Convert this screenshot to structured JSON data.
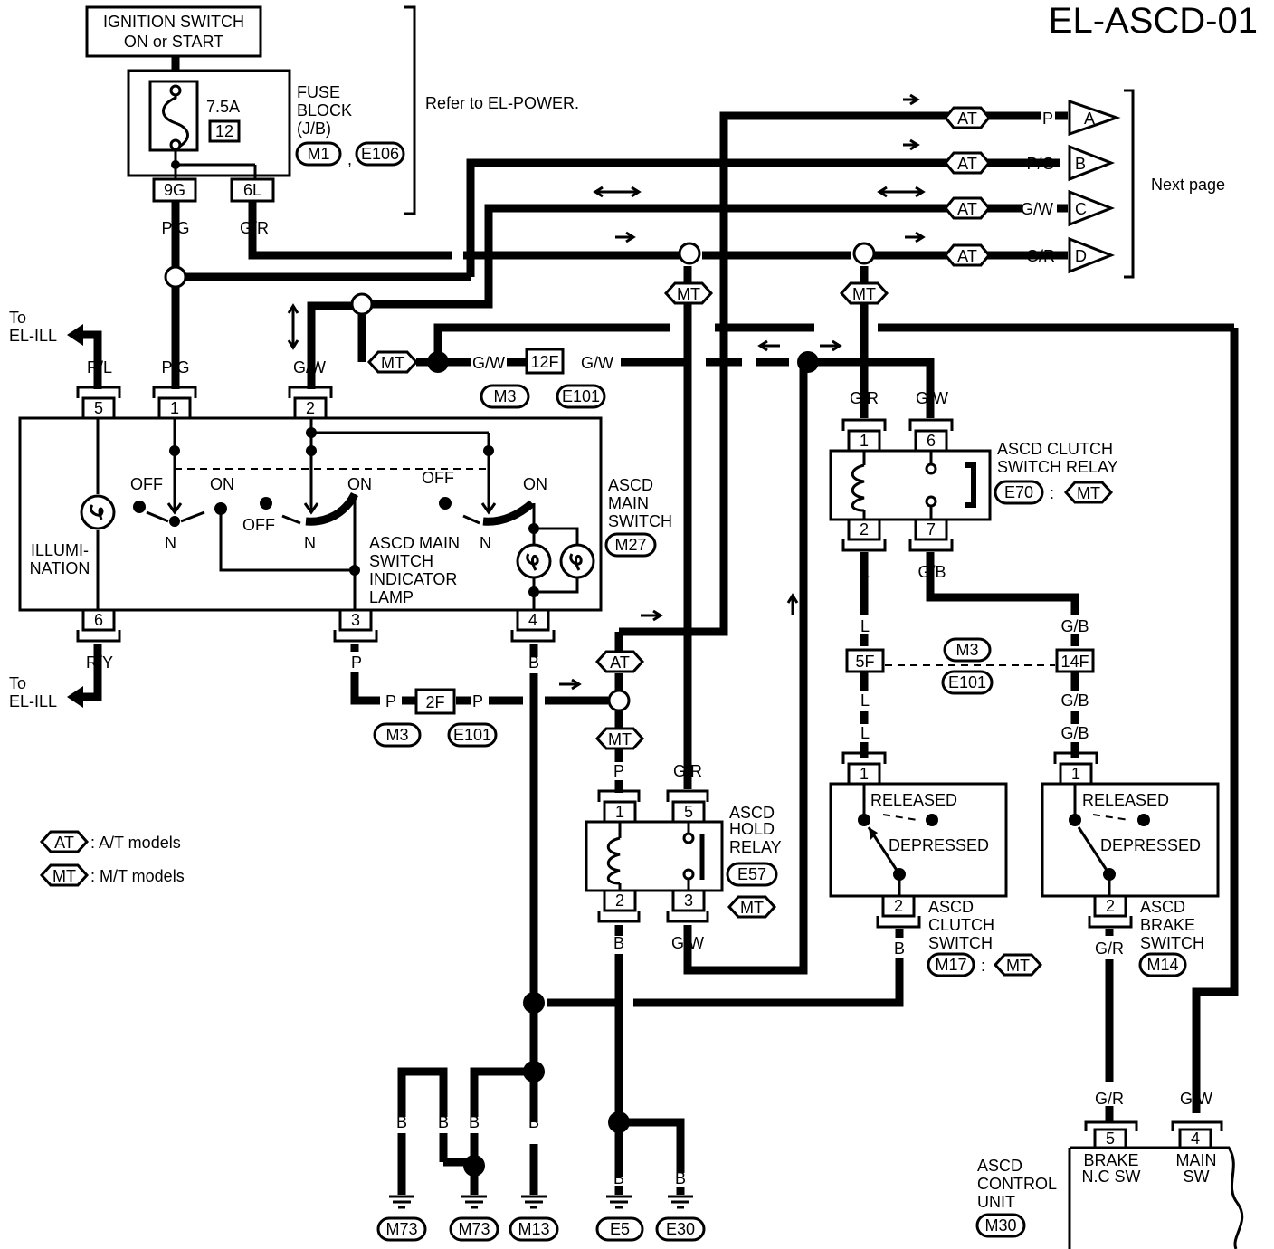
{
  "title": "EL-ASCD-01",
  "ignition": {
    "line1": "IGNITION SWITCH",
    "line2": "ON or START"
  },
  "fuse": {
    "rating": "7.5A",
    "number": "12",
    "label1": "FUSE",
    "label2": "BLOCK",
    "label3": "(J/B)",
    "conn1": "M1",
    "sep": ",",
    "conn2": "E106",
    "pin_a": "9G",
    "pin_b": "6L"
  },
  "refer": "Refer to EL-POWER.",
  "next_page": "Next page",
  "outputs": [
    {
      "model": "AT",
      "wire": "P",
      "letter": "A"
    },
    {
      "model": "AT",
      "wire": "P/G",
      "letter": "B"
    },
    {
      "model": "AT",
      "wire": "G/W",
      "letter": "C"
    },
    {
      "model": "AT",
      "wire": "G/R",
      "letter": "D"
    }
  ],
  "wires": {
    "pg": "P/G",
    "gr": "G/R",
    "gw": "G/W",
    "rl": "R/L",
    "ry": "R/Y",
    "p": "P",
    "b": "B",
    "l": "L",
    "gb": "G/B"
  },
  "to_ill": {
    "to": "To",
    "target": "EL-ILL"
  },
  "main_switch": {
    "name1": "ASCD",
    "name2": "MAIN",
    "name3": "SWITCH",
    "conn": "M27",
    "pins": [
      "5",
      "1",
      "2",
      "6",
      "3",
      "4"
    ],
    "illum1": "ILLUMI-",
    "illum2": "NATION",
    "off": "OFF",
    "on": "ON",
    "n": "N",
    "lamp1": "ASCD MAIN",
    "lamp2": "SWITCH",
    "lamp3": "INDICATOR",
    "lamp4": "LAMP"
  },
  "conn_12f": {
    "pin": "12F",
    "c1": "M3",
    "c2": "E101"
  },
  "conn_2f": {
    "pin": "2F",
    "c1": "M3",
    "c2": "E101"
  },
  "conn_5f14f": {
    "pin1": "5F",
    "pin2": "14F",
    "c1": "M3",
    "c2": "E101"
  },
  "at": "AT",
  "mt": "MT",
  "clutch_relay": {
    "name1": "ASCD CLUTCH",
    "name2": "SWITCH RELAY",
    "conn": "E70",
    "colon": ":",
    "pins": [
      "1",
      "6",
      "2",
      "7"
    ]
  },
  "hold_relay": {
    "name1": "ASCD",
    "name2": "HOLD",
    "name3": "RELAY",
    "conn": "E57",
    "pins": [
      "1",
      "5",
      "2",
      "3"
    ]
  },
  "clutch_switch": {
    "name1": "ASCD",
    "name2": "CLUTCH",
    "name3": "SWITCH",
    "conn": "M17",
    "colon": ":",
    "released": "RELEASED",
    "depressed": "DEPRESSED",
    "pins": [
      "1",
      "2"
    ]
  },
  "brake_switch": {
    "name1": "ASCD",
    "name2": "BRAKE",
    "name3": "SWITCH",
    "conn": "M14",
    "released": "RELEASED",
    "depressed": "DEPRESSED",
    "pins": [
      "1",
      "2"
    ]
  },
  "control_unit": {
    "name1": "ASCD",
    "name2": "CONTROL",
    "name3": "UNIT",
    "conn": "M30",
    "pin5": "5",
    "pin4": "4",
    "brake1": "BRAKE",
    "brake2": "N.C SW",
    "main1": "MAIN",
    "main2": "SW"
  },
  "grounds": [
    "M73",
    "M73",
    "M13",
    "E5",
    "E30"
  ],
  "legend": [
    {
      "tag": "AT",
      "text": ": A/T models"
    },
    {
      "tag": "MT",
      "text": ": M/T models"
    }
  ]
}
